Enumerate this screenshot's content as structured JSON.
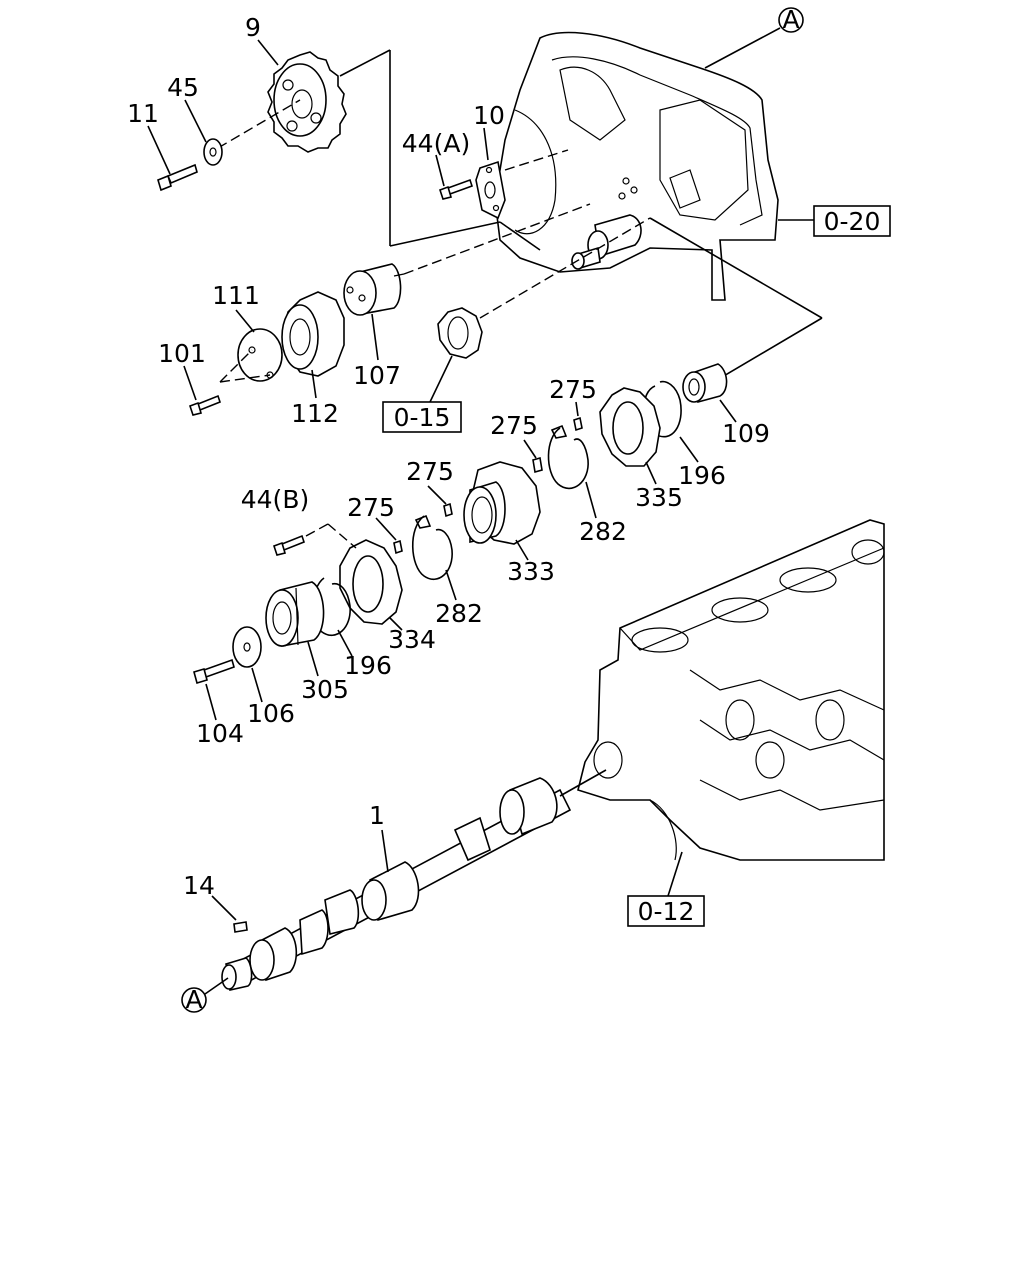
{
  "callouts": {
    "c9": "9",
    "c45": "45",
    "c11": "11",
    "c10": "10",
    "c44a": "44(A)",
    "c111": "111",
    "c101": "101",
    "c112": "112",
    "c107": "107",
    "c275a": "275",
    "c275b": "275",
    "c275c": "275",
    "c275d": "275",
    "c109": "109",
    "c196a": "196",
    "c335": "335",
    "c282a": "282",
    "c333": "333",
    "c44b": "44(B)",
    "c282b": "282",
    "c334": "334",
    "c196b": "196",
    "c305": "305",
    "c106": "106",
    "c104": "104",
    "c1": "1",
    "c14": "14"
  },
  "references": {
    "r020": "0-20",
    "r015": "0-15",
    "r012": "0-12"
  },
  "markers": {
    "top": "A",
    "bottom": "A"
  }
}
